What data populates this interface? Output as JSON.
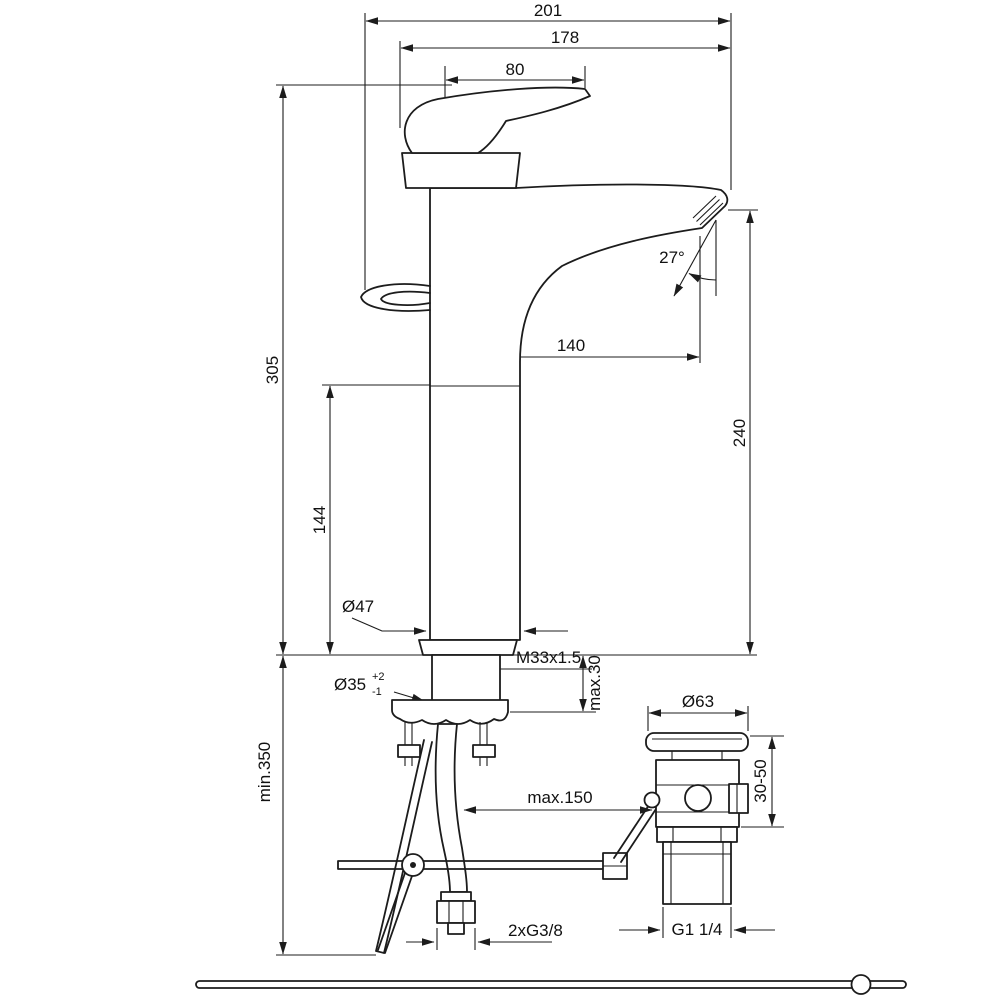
{
  "page": {
    "background": "#ffffff",
    "line_color": "#1c1c1c"
  },
  "drawing": {
    "type": "technical-dimension-drawing",
    "subject": "single-lever basin mixer tap with pop-up waste drain"
  },
  "labels": {
    "dim_201": "201",
    "dim_178": "178",
    "dim_80": "80",
    "dim_305": "305",
    "dim_144": "144",
    "dim_140": "140",
    "dim_240": "240",
    "angle_27": "27°",
    "dia_47": "Ø47",
    "dia_35": "Ø35",
    "tol_plus": "+2",
    "tol_minus": "-1",
    "thread_m33": "M33x1.5",
    "max_30": "max.30",
    "min_350": "min.350",
    "max_150": "max.150",
    "hose_thread": "2xG3/8",
    "dia_63": "Ø63",
    "range_30_50": "30-50",
    "drain_thread": "G1 1/4"
  }
}
